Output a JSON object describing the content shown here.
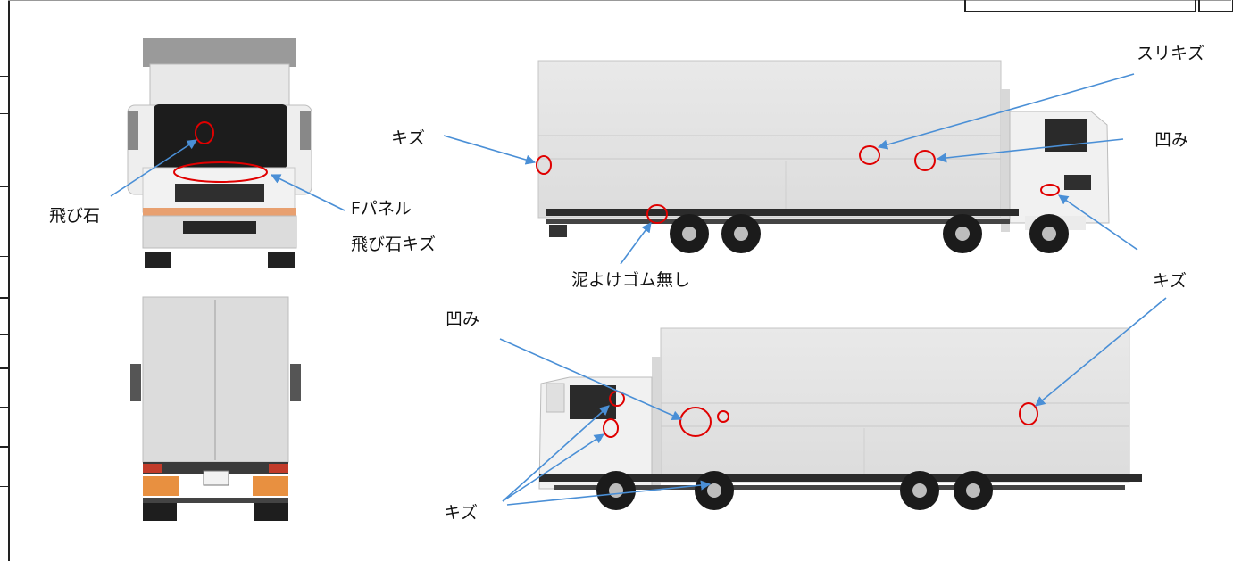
{
  "views": {
    "front": "front-view",
    "rear": "rear-view",
    "right_side": "right-side-view",
    "left_side": "left-side-view"
  },
  "annotations": [
    {
      "id": "tobi-ishi",
      "text": "飛び石"
    },
    {
      "id": "f-panel",
      "text": "Fパネル"
    },
    {
      "id": "f-panel-2",
      "text": "飛び石キズ"
    },
    {
      "id": "kizu-rear-right",
      "text": "キズ"
    },
    {
      "id": "surikizu",
      "text": "スリキズ"
    },
    {
      "id": "hekomi-right",
      "text": "凹み"
    },
    {
      "id": "doroyoke",
      "text": "泥よけゴム無し"
    },
    {
      "id": "kizu-right-cab",
      "text": "キズ"
    },
    {
      "id": "hekomi-left",
      "text": "凹み"
    },
    {
      "id": "kizu-left-cab",
      "text": "キズ"
    }
  ],
  "colors": {
    "marker": "#e00000",
    "leader": "#4a8fd6",
    "body_panel": "#e6e6e6",
    "cab": "#f1f1f1",
    "chassis": "#2b2b2b",
    "wheel": "#1b1b1b",
    "hub": "#bdbdbd"
  }
}
